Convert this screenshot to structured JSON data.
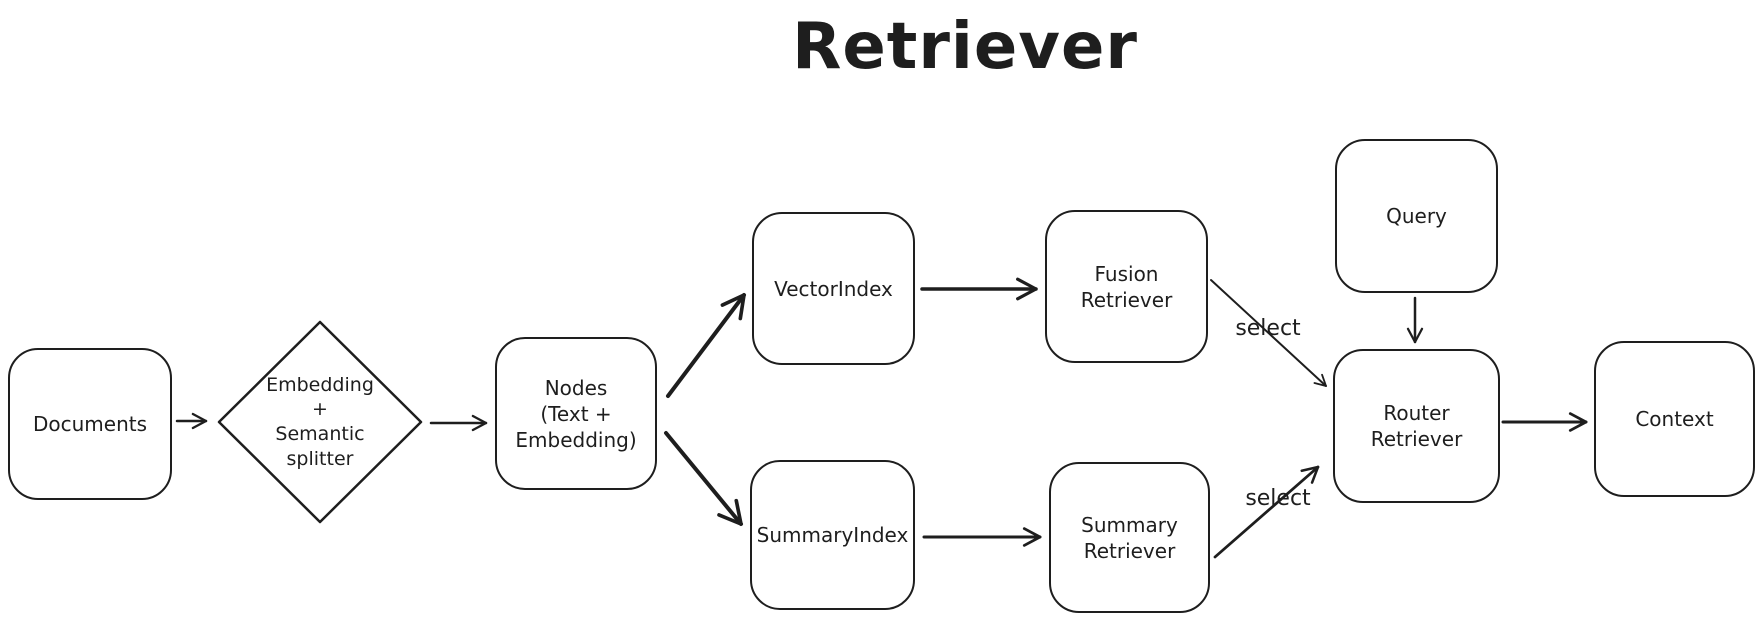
{
  "title": "Retriever",
  "colors": {
    "stroke": "#1e1e1e",
    "background": "#ffffff"
  },
  "nodes": {
    "documents": {
      "label": "Documents",
      "shape": "rounded-rectangle"
    },
    "splitter": {
      "label": "Embedding\n+\nSemantic\nsplitter",
      "shape": "diamond"
    },
    "nodes": {
      "label": "Nodes\n(Text +\nEmbedding)",
      "shape": "rounded-rectangle"
    },
    "vector_index": {
      "label": "VectorIndex",
      "shape": "rounded-rectangle"
    },
    "summary_index": {
      "label": "SummaryIndex",
      "shape": "rounded-rectangle"
    },
    "fusion_retriever": {
      "label": "Fusion\nRetriever",
      "shape": "rounded-rectangle"
    },
    "summary_retriever": {
      "label": "Summary\nRetriever",
      "shape": "rounded-rectangle"
    },
    "query": {
      "label": "Query",
      "shape": "rounded-rectangle"
    },
    "router_retriever": {
      "label": "Router\nRetriever",
      "shape": "rounded-rectangle"
    },
    "context": {
      "label": "Context",
      "shape": "rounded-rectangle"
    }
  },
  "edges": {
    "documents_to_splitter": {
      "from": "documents",
      "to": "splitter",
      "label": ""
    },
    "splitter_to_nodes": {
      "from": "splitter",
      "to": "nodes",
      "label": ""
    },
    "nodes_to_vector_index": {
      "from": "nodes",
      "to": "vector_index",
      "label": ""
    },
    "nodes_to_summary_index": {
      "from": "nodes",
      "to": "summary_index",
      "label": ""
    },
    "vector_to_fusion": {
      "from": "vector_index",
      "to": "fusion_retriever",
      "label": ""
    },
    "summary_index_to_retriever": {
      "from": "summary_index",
      "to": "summary_retriever",
      "label": ""
    },
    "fusion_to_router": {
      "from": "fusion_retriever",
      "to": "router_retriever",
      "label": "select"
    },
    "summary_retriever_to_router": {
      "from": "summary_retriever",
      "to": "router_retriever",
      "label": "select"
    },
    "query_to_router": {
      "from": "query",
      "to": "router_retriever",
      "label": ""
    },
    "router_to_context": {
      "from": "router_retriever",
      "to": "context",
      "label": ""
    }
  }
}
